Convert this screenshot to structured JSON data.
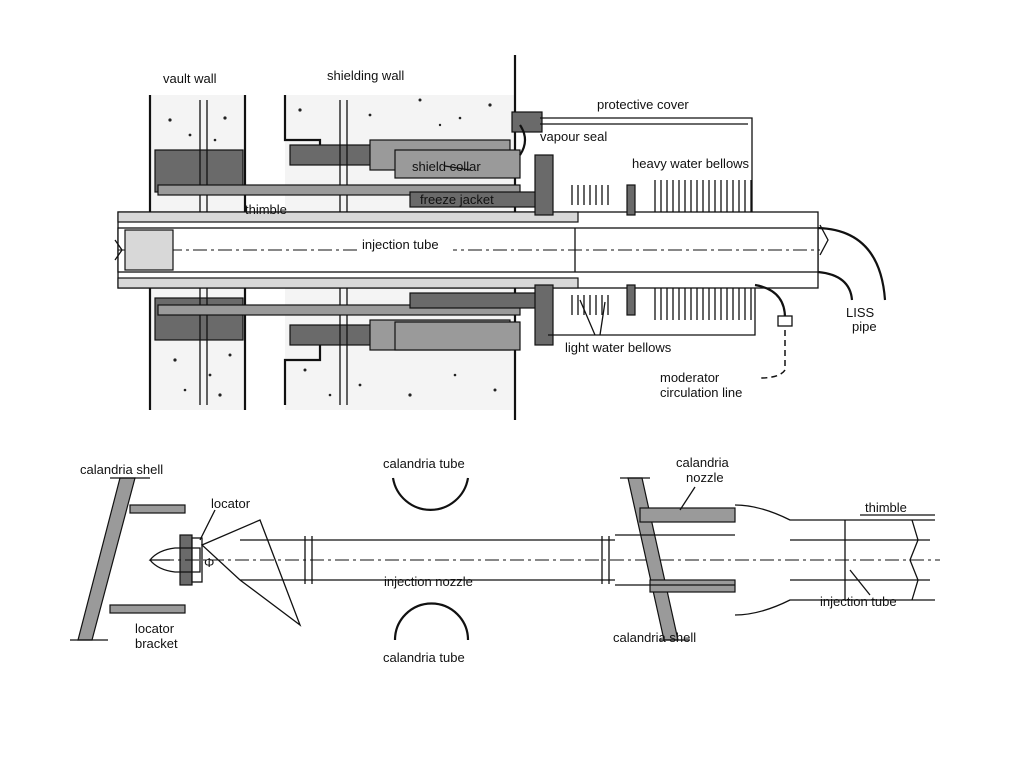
{
  "top_view": {
    "labels": {
      "vault_wall": "vault wall",
      "shielding_wall": "shielding wall",
      "protective_cover": "protective cover",
      "vapour_seal": "vapour seal",
      "shield_collar": "shield collar",
      "heavy_water_bellows": "heavy water bellows",
      "thimble": "thimble",
      "freeze_jacket": "freeze jacket",
      "injection_tube": "injection tube",
      "liss_pipe_line1": "LISS",
      "liss_pipe_line2": "pipe",
      "light_water_bellows": "light water bellows",
      "moderator_line1": "moderator",
      "moderator_line2": "circulation line"
    }
  },
  "bottom_view": {
    "labels": {
      "calandria_shell_left": "calandria shell",
      "locator": "locator",
      "locator_bracket_line1": "locator",
      "locator_bracket_line2": "bracket",
      "calandria_tube_top": "calandria tube",
      "calandria_tube_bottom": "calandria tube",
      "injection_nozzle": "injection nozzle",
      "calandria_nozzle_line1": "calandria",
      "calandria_nozzle_line2": "nozzle",
      "thimble": "thimble",
      "injection_tube": "injection tube",
      "calandria_shell_right": "calandria shell"
    }
  }
}
